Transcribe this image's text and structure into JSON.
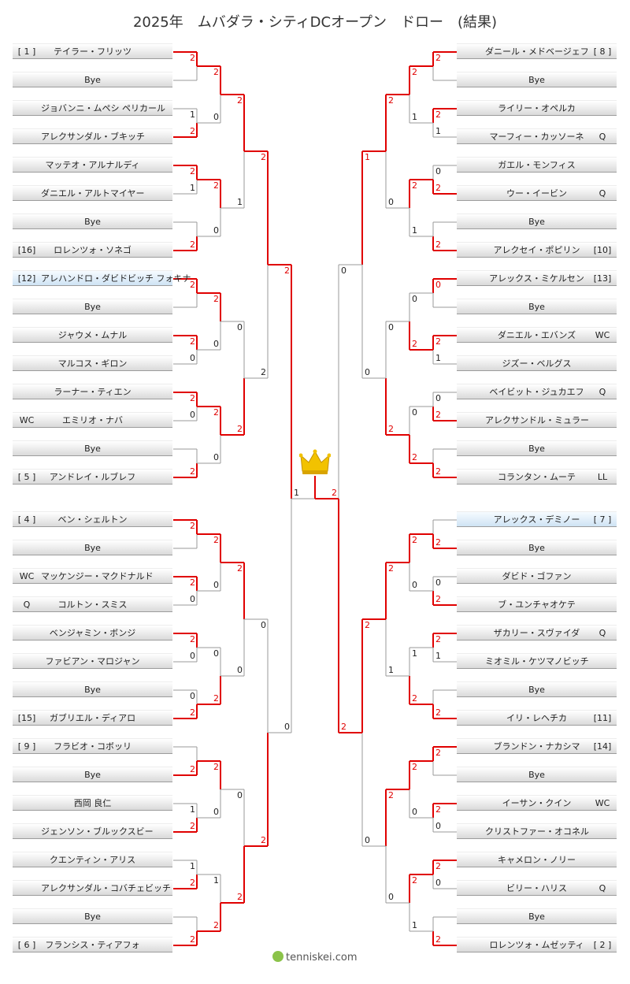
{
  "title": "2025年　ムバダラ・シティDCオープン　ドロー　(結果)",
  "logo_text": "tenniskei.com",
  "colors": {
    "win_line": "#e00000",
    "loss_line": "#999999"
  },
  "icons": {
    "trophy": "crown-icon",
    "logo": "tennis-ball-icon"
  },
  "left": [
    {
      "seed": "[ 1 ]",
      "name": "テイラー・フリッツ"
    },
    {
      "seed": "",
      "name": "Bye"
    },
    {
      "seed": "",
      "name": "ジョバンニ・ムペシ ペリカール"
    },
    {
      "seed": "",
      "name": "アレクサンダル・ブキッチ"
    },
    {
      "seed": "",
      "name": "マッテオ・アルナルディ"
    },
    {
      "seed": "",
      "name": "ダニエル・アルトマイヤー"
    },
    {
      "seed": "",
      "name": "Bye"
    },
    {
      "seed": "[16]",
      "name": "ロレンツォ・ソネゴ"
    },
    {
      "seed": "[12]",
      "name": "アレハンドロ・ダビドビッチ フォキナ",
      "highlight": true
    },
    {
      "seed": "",
      "name": "Bye"
    },
    {
      "seed": "",
      "name": "ジャウメ・ムナル"
    },
    {
      "seed": "",
      "name": "マルコス・ギロン"
    },
    {
      "seed": "",
      "name": "ラーナー・ティエン"
    },
    {
      "seed": "WC",
      "name": "エミリオ・ナバ"
    },
    {
      "seed": "",
      "name": "Bye"
    },
    {
      "seed": "[ 5 ]",
      "name": "アンドレイ・ルブレフ"
    },
    {
      "seed": "[ 4 ]",
      "name": "ベン・シェルトン"
    },
    {
      "seed": "",
      "name": "Bye"
    },
    {
      "seed": "WC",
      "name": "マッケンジー・マクドナルド"
    },
    {
      "seed": "Q",
      "name": "コルトン・スミス"
    },
    {
      "seed": "",
      "name": "ベンジャミン・ボンジ"
    },
    {
      "seed": "",
      "name": "ファビアン・マロジャン"
    },
    {
      "seed": "",
      "name": "Bye"
    },
    {
      "seed": "[15]",
      "name": "ガブリエル・ディアロ"
    },
    {
      "seed": "[ 9 ]",
      "name": "フラビオ・コボッリ"
    },
    {
      "seed": "",
      "name": "Bye"
    },
    {
      "seed": "",
      "name": "西岡 良仁"
    },
    {
      "seed": "",
      "name": "ジェンソン・ブルックスビー"
    },
    {
      "seed": "",
      "name": "クエンティン・アリス"
    },
    {
      "seed": "",
      "name": "アレクサンダル・コバチェビッチ"
    },
    {
      "seed": "",
      "name": "Bye"
    },
    {
      "seed": "[ 6 ]",
      "name": "フランシス・ティアフォ"
    }
  ],
  "right": [
    {
      "seed": "[ 8 ]",
      "name": "ダニール・メドベージェフ"
    },
    {
      "seed": "",
      "name": "Bye"
    },
    {
      "seed": "",
      "name": "ライリー・オペルカ"
    },
    {
      "seed": "Q",
      "name": "マーフィー・カッソーネ"
    },
    {
      "seed": "",
      "name": "ガエル・モンフィス"
    },
    {
      "seed": "Q",
      "name": "ウー・イービン"
    },
    {
      "seed": "",
      "name": "Bye"
    },
    {
      "seed": "[10]",
      "name": "アレクセイ・ポピリン"
    },
    {
      "seed": "[13]",
      "name": "アレックス・ミケルセン"
    },
    {
      "seed": "",
      "name": "Bye"
    },
    {
      "seed": "WC",
      "name": "ダニエル・エバンズ"
    },
    {
      "seed": "",
      "name": "ジズー・ベルグス"
    },
    {
      "seed": "Q",
      "name": "ベイビット・ジュカエフ"
    },
    {
      "seed": "",
      "name": "アレクサンドル・ミュラー"
    },
    {
      "seed": "",
      "name": "Bye"
    },
    {
      "seed": "LL",
      "name": "コランタン・ムーテ"
    },
    {
      "seed": "[ 7 ]",
      "name": "アレックス・デミノー",
      "highlight": true
    },
    {
      "seed": "",
      "name": "Bye"
    },
    {
      "seed": "",
      "name": "ダビド・ゴファン"
    },
    {
      "seed": "",
      "name": "ブ・ユンチャオケテ"
    },
    {
      "seed": "Q",
      "name": "ザカリー・スヴァイダ"
    },
    {
      "seed": "",
      "name": "ミオミル・ケツマノビッチ"
    },
    {
      "seed": "",
      "name": "Bye"
    },
    {
      "seed": "[11]",
      "name": "イリ・レヘチカ"
    },
    {
      "seed": "[14]",
      "name": "ブランドン・ナカシマ"
    },
    {
      "seed": "",
      "name": "Bye"
    },
    {
      "seed": "WC",
      "name": "イーサン・クイン"
    },
    {
      "seed": "",
      "name": "クリストファー・オコネル"
    },
    {
      "seed": "",
      "name": "キャメロン・ノリー"
    },
    {
      "seed": "Q",
      "name": "ビリー・ハリス"
    },
    {
      "seed": "",
      "name": "Bye"
    },
    {
      "seed": "[ 2 ]",
      "name": "ロレンツォ・ムゼッティ"
    }
  ],
  "scores_left": {
    "r1": [
      [
        "2",
        ""
      ],
      [
        "1",
        "2"
      ],
      [
        "2",
        "1"
      ],
      [
        "",
        "2"
      ],
      [
        "2",
        ""
      ],
      [
        "2",
        "0"
      ],
      [
        "2",
        "0"
      ],
      [
        "",
        "2"
      ],
      [
        "2",
        ""
      ],
      [
        "2",
        "0"
      ],
      [
        "2",
        "0"
      ],
      [
        "0",
        "2"
      ],
      [
        "",
        "2"
      ],
      [
        "1",
        "2"
      ],
      [
        "1",
        "2"
      ],
      [
        "",
        "2"
      ]
    ],
    "r2": [
      [
        "2",
        "0"
      ],
      [
        "2",
        "0"
      ],
      [
        "2",
        "0"
      ],
      [
        "2",
        "0"
      ],
      [
        "2",
        "0"
      ],
      [
        "0",
        "2"
      ],
      [
        "2",
        "0"
      ],
      [
        "1",
        "2"
      ]
    ],
    "r3": [
      [
        "2",
        "1"
      ],
      [
        "0",
        "2"
      ],
      [
        "2",
        "0"
      ],
      [
        "0",
        "2"
      ]
    ],
    "r4": [
      [
        "2",
        "2"
      ],
      [
        "0",
        "2"
      ]
    ],
    "sf": [
      "2",
      "0"
    ]
  },
  "scores_right": {
    "r1": [
      [
        "2",
        ""
      ],
      [
        "2",
        "1"
      ],
      [
        "0",
        "2"
      ],
      [
        "",
        "2"
      ],
      [
        "0",
        ""
      ],
      [
        "2",
        "1"
      ],
      [
        "0",
        "2"
      ],
      [
        "",
        "2"
      ],
      [
        "",
        "2"
      ],
      [
        "0",
        "2"
      ],
      [
        "2",
        "1"
      ],
      [
        "",
        "2"
      ],
      [
        "2",
        ""
      ],
      [
        "2",
        "0"
      ],
      [
        "2",
        "0"
      ],
      [
        "",
        "2"
      ]
    ],
    "r2": [
      [
        "2",
        "1"
      ],
      [
        "2",
        "1"
      ],
      [
        "0",
        "2"
      ],
      [
        "0",
        "2"
      ],
      [
        "2",
        "0"
      ],
      [
        "1",
        "2"
      ],
      [
        "2",
        "0"
      ],
      [
        "2",
        "1"
      ]
    ],
    "r3": [
      [
        "2",
        "0"
      ],
      [
        "0",
        "2"
      ],
      [
        "2",
        "1"
      ],
      [
        "2",
        "0"
      ]
    ],
    "r4": [
      [
        "1",
        "0"
      ],
      [
        "2",
        "0"
      ]
    ],
    "sf": [
      "0",
      "2"
    ]
  },
  "final": [
    "1",
    "2"
  ]
}
